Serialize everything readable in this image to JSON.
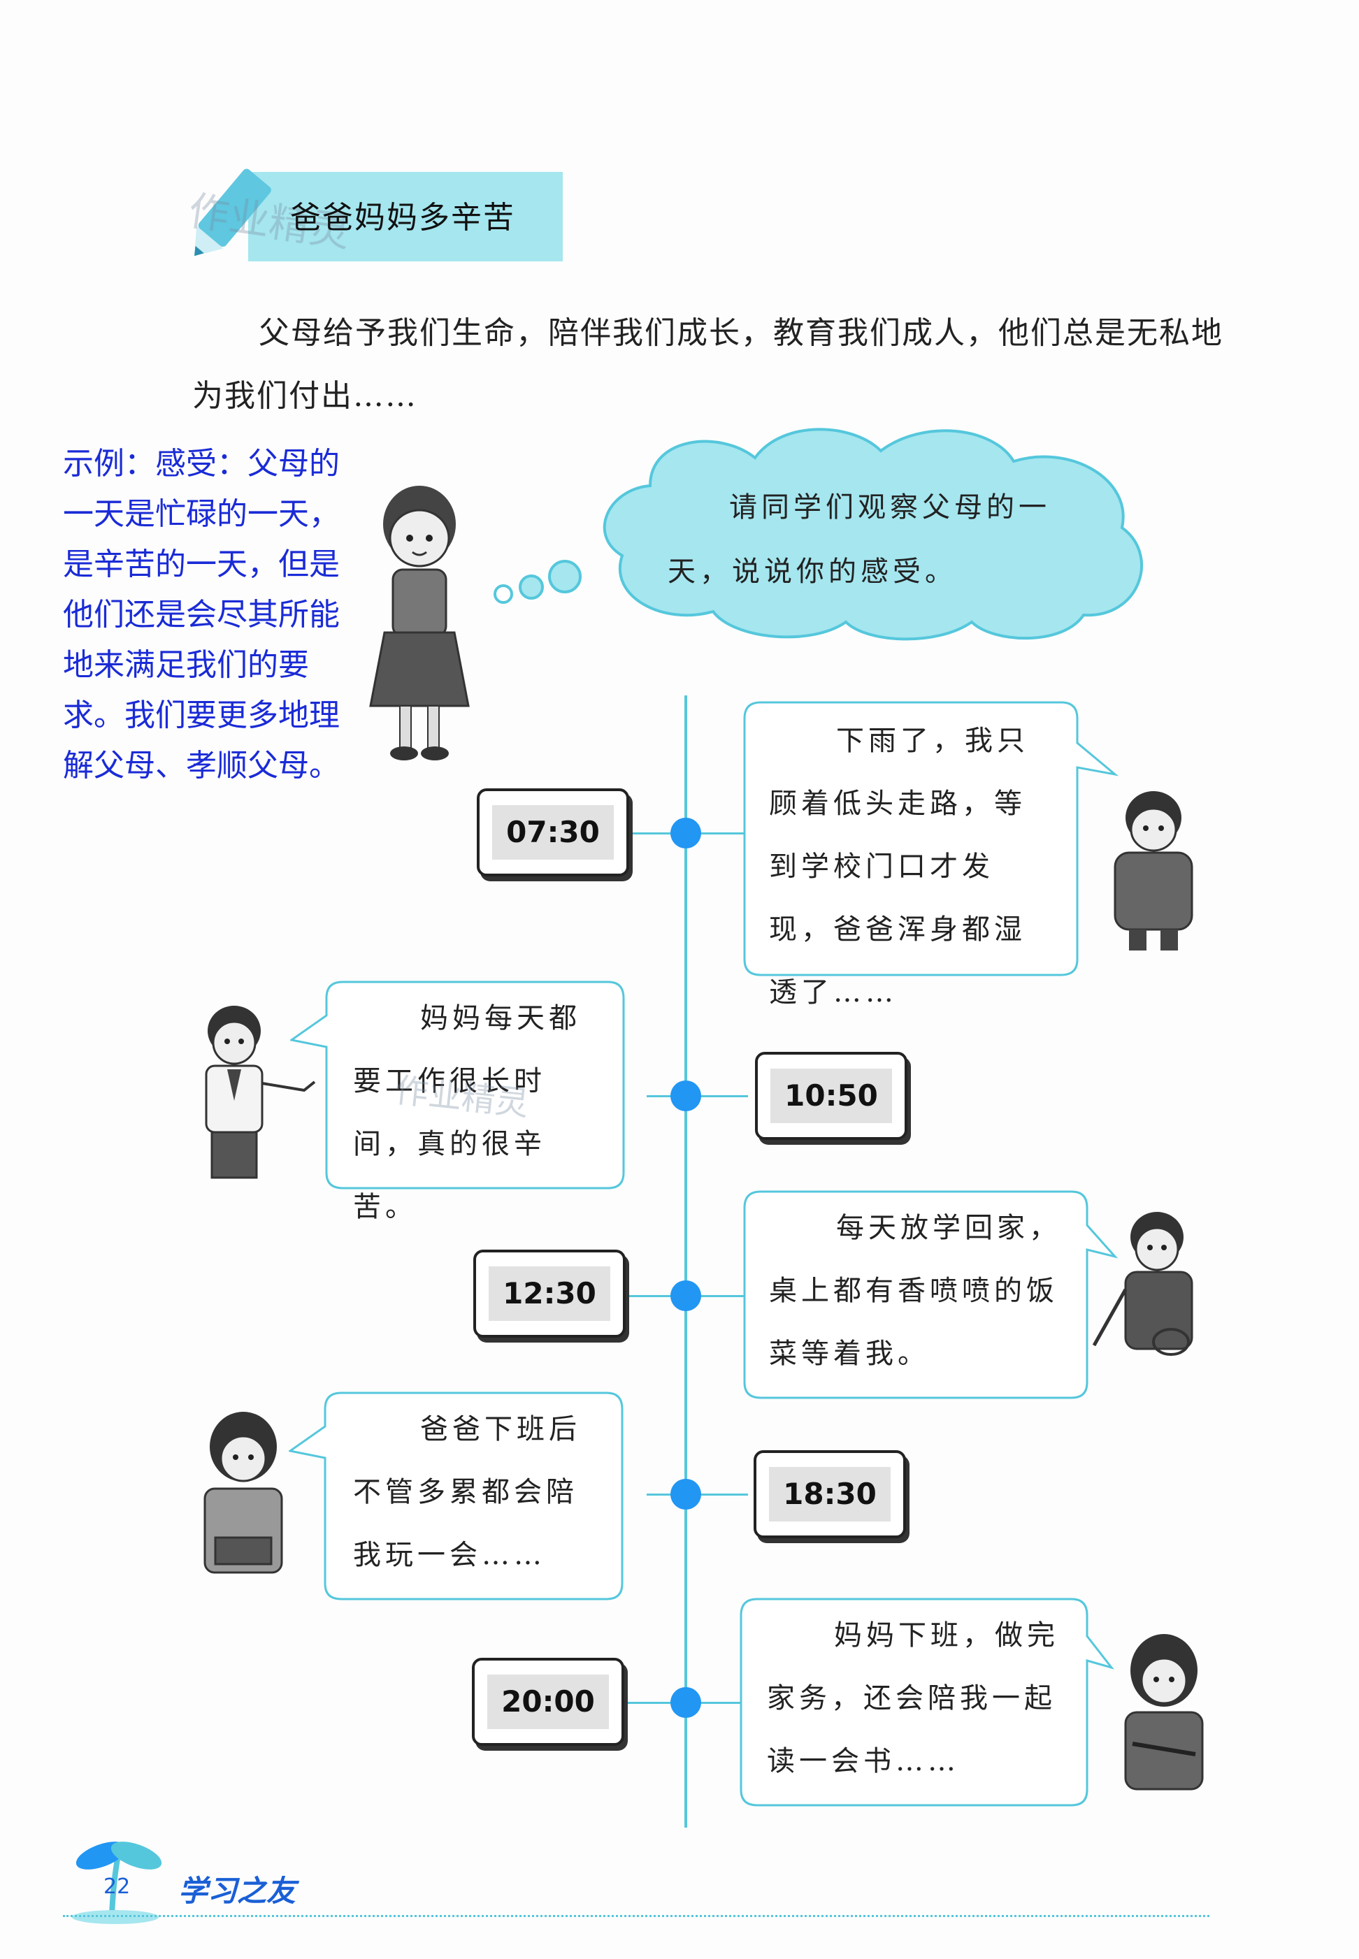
{
  "header": {
    "title": "爸爸妈妈多辛苦",
    "watermark": "作业精灵"
  },
  "intro": {
    "line1": "父母给予我们生命，陪伴我们成长，教育我们成人，他们总是无私地",
    "line2": "为我们付出……"
  },
  "answer": {
    "text": "示例：感受：父母的一天是忙碌的一天，是辛苦的一天，但是他们还是会尽其所能地来满足我们的要求。我们要更多地理解父母、孝顺父母。"
  },
  "prompt": {
    "text": "请同学们观察父母的一天，说说你的感受。"
  },
  "timeline": [
    {
      "time": "07:30",
      "text": "下雨了，我只顾着低头走路，等到学校门口才发现，爸爸浑身都湿透了……"
    },
    {
      "time": "10:50",
      "text": "妈妈每天都要工作很长时间，真的很辛苦。"
    },
    {
      "time": "12:30",
      "text": "每天放学回家，桌上都有香喷喷的饭菜等着我。"
    },
    {
      "time": "18:30",
      "text": "爸爸下班后不管多累都会陪我玩一会……"
    },
    {
      "time": "20:00",
      "text": "妈妈下班，做完家务，还会陪我一起读一会书……"
    }
  ],
  "footer": {
    "page_number": "22",
    "brand": "学习之友"
  },
  "colors": {
    "accent_cyan": "#a5e6ef",
    "timeline_blue": "#2196f3",
    "answer_blue": "#1a2bd6"
  }
}
